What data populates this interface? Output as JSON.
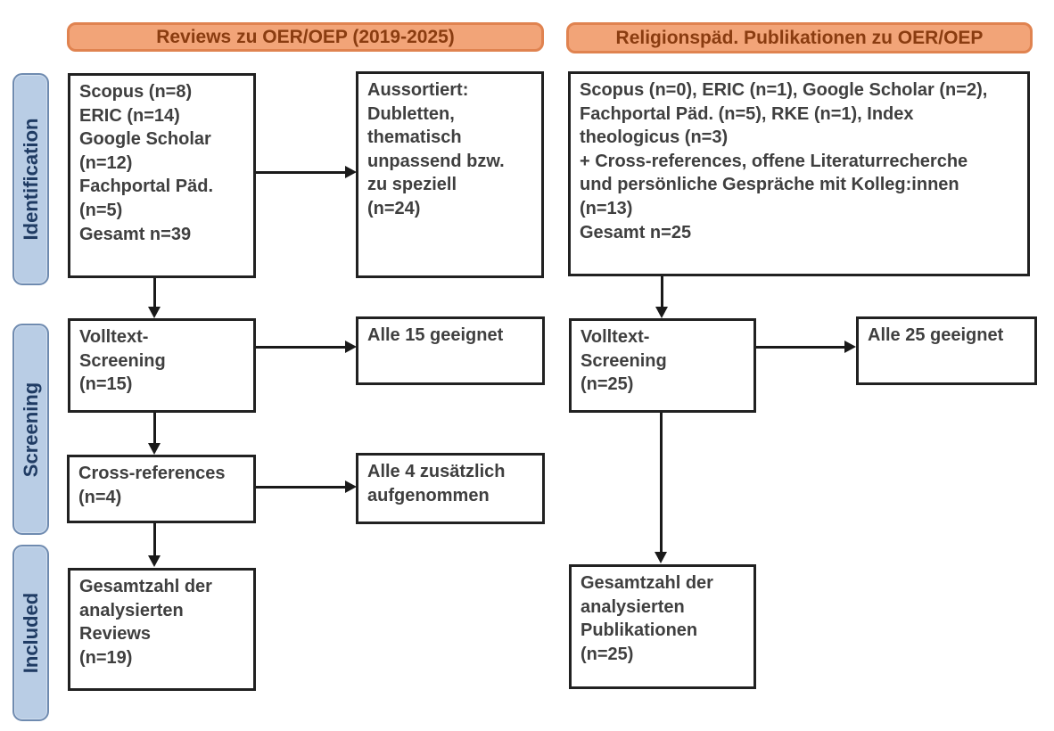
{
  "diagram": {
    "headers": {
      "left": "Reviews zu OER/OEP (2019-2025)",
      "right": "Religionspäd. Publikationen zu OER/OEP"
    },
    "stage_labels": {
      "identification": "Identification",
      "screening": "Screening",
      "included": "Included"
    },
    "boxes": {
      "sources_left": "Scopus (n=8)\nERIC (n=14)\nGoogle Scholar\n(n=12)\nFachportal Päd.\n(n=5)\nGesamt n=39",
      "excluded_left": "Aussortiert:\nDubletten,\nthematisch\nunpassend bzw.\nzu speziell\n(n=24)",
      "sources_right": "Scopus (n=0), ERIC (n=1), Google Scholar (n=2),\nFachportal Päd. (n=5), RKE (n=1), Index\ntheologicus (n=3)\n+ Cross-references, offene Literaturrecherche\nund persönliche Gespräche mit Kolleg:innen\n(n=13)\nGesamt n=25",
      "fulltext_left": "Volltext-\nScreening\n(n=15)",
      "eligible_left": "Alle 15 geeignet",
      "fulltext_right": "Volltext-\nScreening\n(n=25)",
      "eligible_right": "Alle 25 geeignet",
      "crossrefs_left": "Cross-references\n(n=4)",
      "added_left": "Alle 4 zusätzlich\naufgenommen",
      "included_left": "Gesamtzahl der\nanalysierten\nReviews\n(n=19)",
      "included_right": "Gesamtzahl der\nanalysierten\nPublikationen\n(n=25)"
    },
    "colors": {
      "header_fill": "#f2a478",
      "header_border": "#e08350",
      "header_text": "#8a3c10",
      "stage_fill": "#b9cde5",
      "stage_border": "#6f8bb0",
      "stage_text": "#1f3b63",
      "box_border": "#212121",
      "box_text": "#3f3f3f",
      "arrow": "#1a1a1a"
    }
  }
}
